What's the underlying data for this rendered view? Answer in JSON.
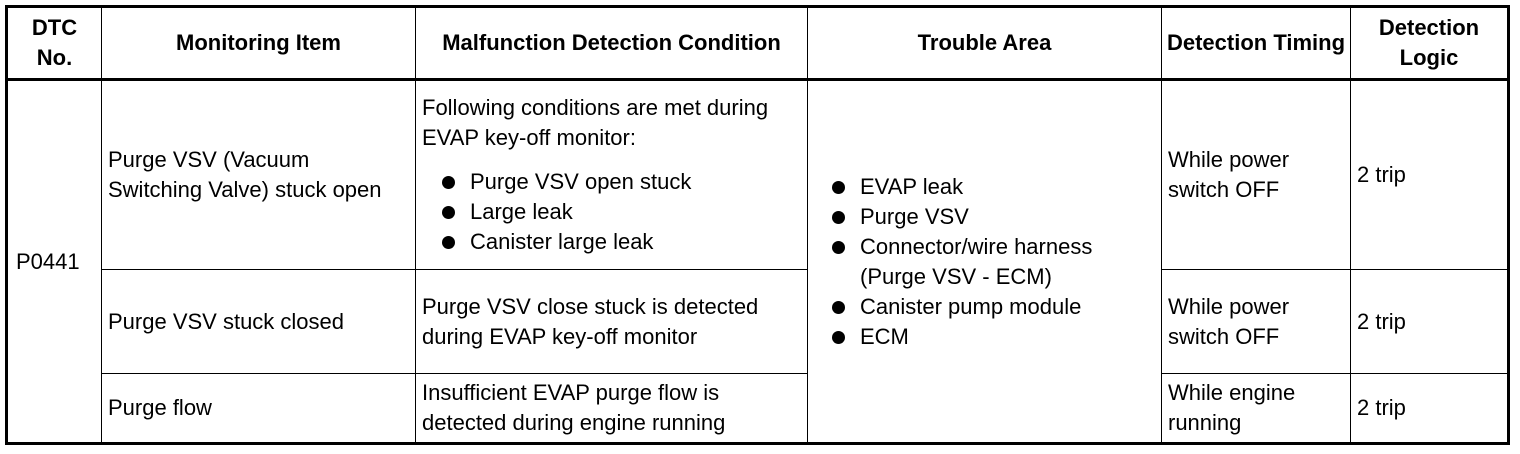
{
  "headers": {
    "dtc_no": "DTC No.",
    "monitoring_item": "Monitoring Item",
    "malfunction_condition": "Malfunction Detection Condition",
    "trouble_area": "Trouble Area",
    "detection_timing": "Detection Timing",
    "detection_logic": "Detection Logic"
  },
  "dtc": "P0441",
  "rows": [
    {
      "monitoring_item": "Purge VSV (Vacuum Switching Valve) stuck open",
      "condition_intro": "Following conditions are met during EVAP key-off monitor:",
      "condition_bullets": [
        "Purge VSV open stuck",
        "Large leak",
        "Canister large leak"
      ],
      "detection_timing": "While power switch OFF",
      "detection_logic": "2 trip"
    },
    {
      "monitoring_item": "Purge VSV stuck closed",
      "condition_text": "Purge VSV close stuck is detected during EVAP key-off monitor",
      "detection_timing": "While power switch OFF",
      "detection_logic": "2 trip"
    },
    {
      "monitoring_item": "Purge flow",
      "condition_text": "Insufficient EVAP purge flow is detected during engine running",
      "detection_timing": "While engine running",
      "detection_logic": "2 trip"
    }
  ],
  "trouble_area": [
    "EVAP leak",
    "Purge VSV",
    "Connector/wire harness",
    "(Purge VSV - ECM)",
    "Canister pump module",
    "ECM"
  ]
}
